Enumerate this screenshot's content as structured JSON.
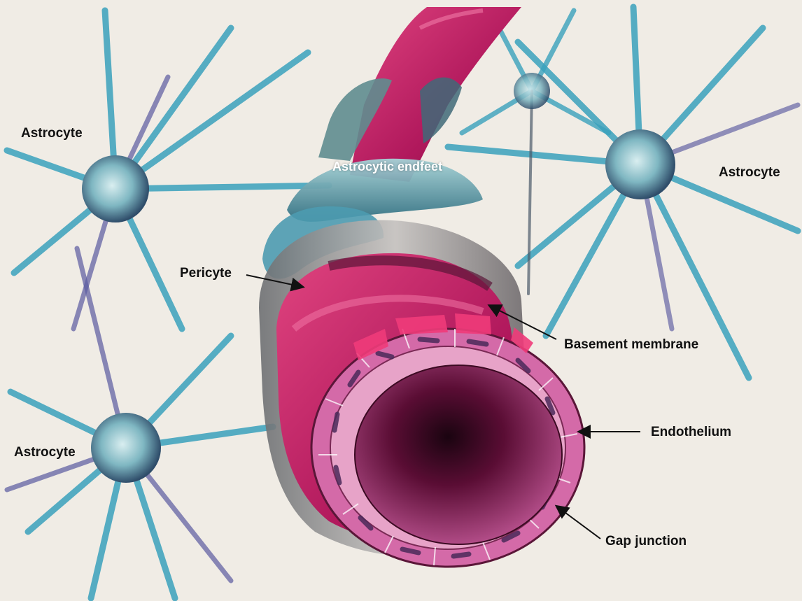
{
  "labels": {
    "astrocyte_top_left": "Astrocyte",
    "astrocyte_right": "Astrocyte",
    "astrocyte_bottom_left": "Astrocyte",
    "astrocytic_endfeet": "Astrocytic endfeet",
    "pericyte": "Pericyte",
    "basement_membrane": "Basement membrane",
    "endothelium": "Endothelium",
    "gap_junction": "Gap junction"
  },
  "colors": {
    "canvas": "#ebe6dd",
    "astrocyte_blue": "#3aa2bd",
    "astrocyte_purple": "#5a5aa0",
    "vessel_magenta": "#c21d64",
    "lumen_dark": "#4a0c2c",
    "pericyte_gray": "#8b8f91",
    "label_text": "#111111"
  }
}
